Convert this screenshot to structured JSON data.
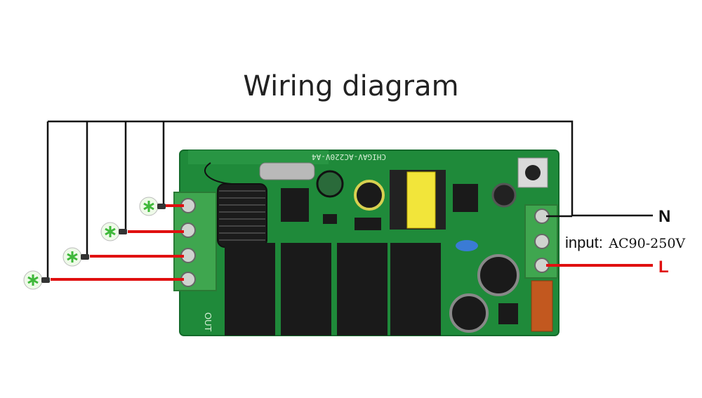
{
  "title": "Wiring diagram",
  "board": {
    "model_silk": "CHIGAV-AC220V-A4",
    "out_silk": "OUT",
    "relay_count": 4,
    "output_channels": 4
  },
  "power": {
    "neutral_label": "N",
    "live_label": "L",
    "input_prefix": "input:",
    "input_range": "AC90-250V"
  },
  "colors": {
    "pcb": "#1f8a3a",
    "terminal": "#3fa64f",
    "live_wire": "#e01010",
    "neutral_wire": "#111111",
    "relay": "#1a1a1a"
  }
}
